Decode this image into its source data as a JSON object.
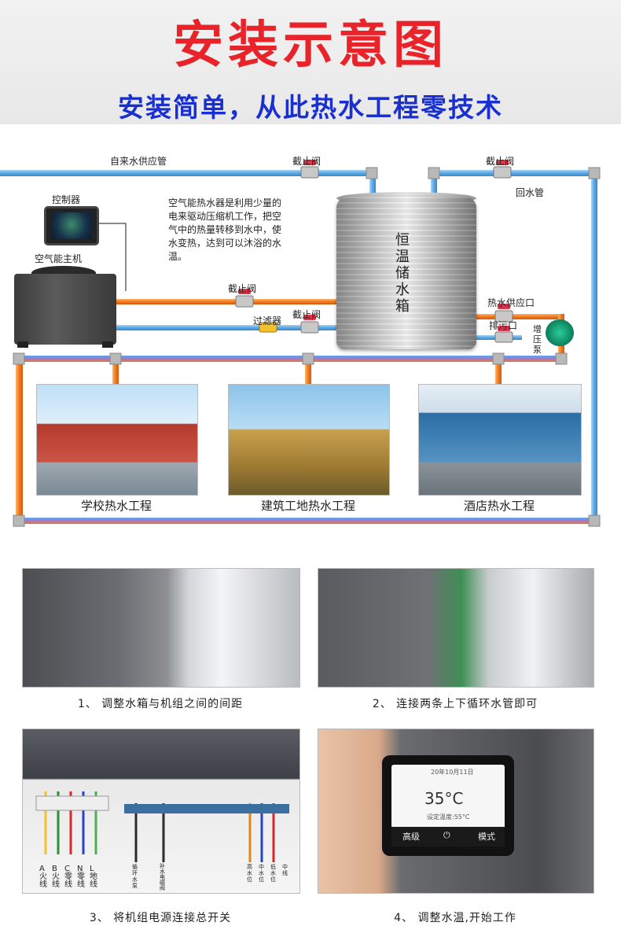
{
  "header": {
    "title": "安装示意图",
    "subtitle": "安装简单，从此热水工程零技术"
  },
  "diagram": {
    "labels": {
      "tap_water_pipe": "自来水供应管",
      "valve_top_left": "截止阀",
      "valve_top_right": "截止阀",
      "return_pipe": "回水管",
      "controller": "控制器",
      "main_unit": "空气能主机",
      "valve_mid": "截止阀",
      "filter": "过滤器",
      "valve_low": "截止阀",
      "hot_water_outlet": "热水供应口",
      "drain": "排污口",
      "booster_pump": "增压泵",
      "tank": "恒温储水箱"
    },
    "description": "空气能热水器是利用少量的电来驱动压缩机工作，把空气中的热量转移到水中，使水变热，达到可以沐浴的水温。",
    "projects": [
      {
        "label": "学校热水工程"
      },
      {
        "label": "建筑工地热水工程"
      },
      {
        "label": "酒店热水工程"
      }
    ],
    "colors": {
      "cold_pipe": "#5aa9e6",
      "hot_pipe": "#f07a1e",
      "valve": "#e0344a"
    }
  },
  "steps": [
    {
      "caption": "1、 调整水箱与机组之间的间距"
    },
    {
      "caption": "2、 连接两条上下循环水管即可"
    },
    {
      "caption": "3、 将机组电源连接总开关"
    },
    {
      "caption": "4、 调整水温,开始工作"
    }
  ],
  "wiring_labels": {
    "a": "A火线",
    "b": "B火线",
    "c": "C零线",
    "n": "N零线",
    "l": "L地线",
    "pump": "循环水泵",
    "valve": "补水电磁阀",
    "high": "高水位",
    "mid": "中水位",
    "low": "低水位",
    "center": "中线"
  },
  "controller_display": {
    "temp": "35°C",
    "set_temp": "设定温度:55°C",
    "header_text": "20年10月11日",
    "mode_high": "高级",
    "mode": "模式"
  }
}
